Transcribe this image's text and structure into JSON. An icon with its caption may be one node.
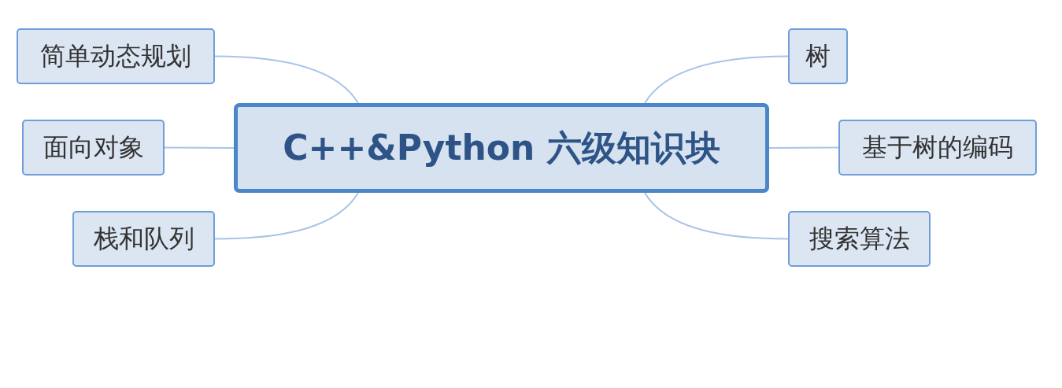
{
  "diagram": {
    "nodes": [
      {
        "text": [
          "C++&Python 六级知识块"
        ]
      },
      {
        "text": [
          "简单动态规划"
        ]
      },
      {
        "text": [
          "面向对象"
        ]
      },
      {
        "text": [
          "栈和队列"
        ]
      },
      {
        "text": [
          "树"
        ]
      },
      {
        "text": [
          "基于树的编码"
        ]
      },
      {
        "text": [
          "搜索算法"
        ]
      }
    ],
    "edges": [
      {
        "from": 0,
        "to": 1,
        "arrow": "none"
      },
      {
        "from": 0,
        "to": 2,
        "arrow": "none"
      },
      {
        "from": 0,
        "to": 3,
        "arrow": "none"
      },
      {
        "from": 0,
        "to": 4,
        "arrow": "none"
      },
      {
        "from": 0,
        "to": 5,
        "arrow": "none"
      },
      {
        "from": 0,
        "to": 6,
        "arrow": "none"
      }
    ]
  }
}
